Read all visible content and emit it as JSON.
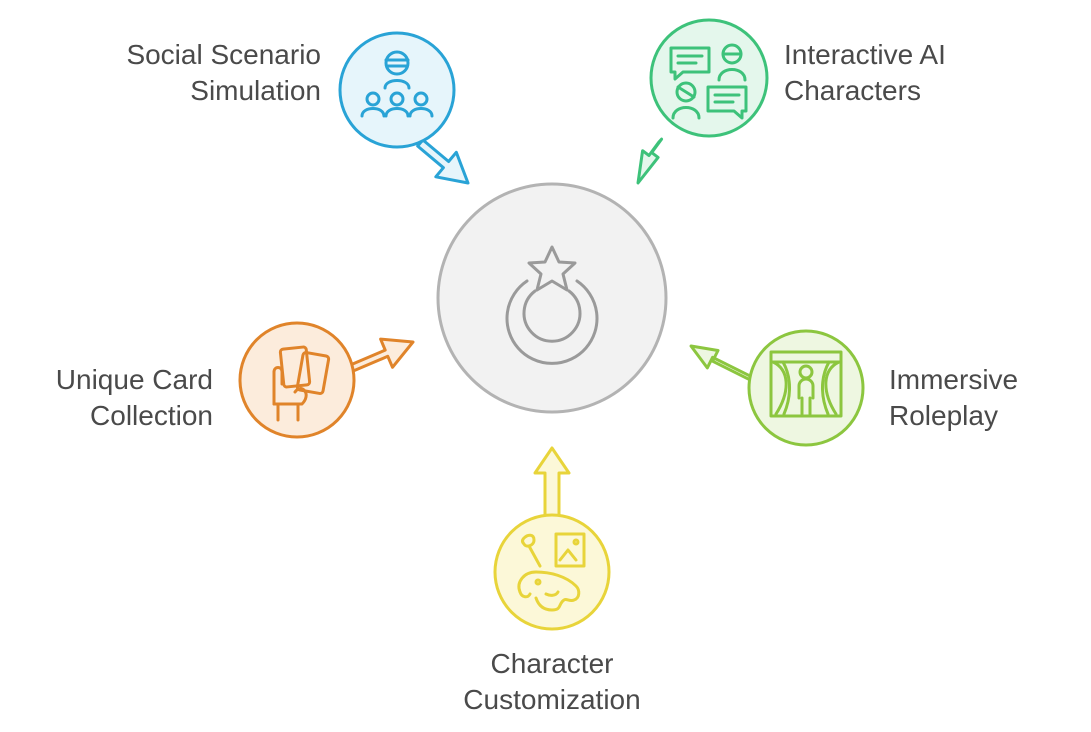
{
  "center": {
    "icon": "star-crescent-icon",
    "fill": "#f2f2f2",
    "stroke": "#b3b3b3"
  },
  "nodes": [
    {
      "id": "social",
      "label_lines": [
        "Social Scenario",
        "Simulation"
      ],
      "icon": "group-leader-icon",
      "color": "#29a3d6",
      "fill": "#e6f5fb"
    },
    {
      "id": "interactive",
      "label_lines": [
        "Interactive AI",
        "Characters"
      ],
      "icon": "chat-people-icon",
      "color": "#3dc27a",
      "fill": "#e4f7ec"
    },
    {
      "id": "roleplay",
      "label_lines": [
        "Immersive",
        "Roleplay"
      ],
      "icon": "theater-stage-icon",
      "color": "#8cc63f",
      "fill": "#eef7e1"
    },
    {
      "id": "customization",
      "label_lines": [
        "Character",
        "Customization"
      ],
      "icon": "paint-elephant-icon",
      "color": "#e8d43a",
      "fill": "#fcf8d8"
    },
    {
      "id": "cards",
      "label_lines": [
        "Unique Card",
        "Collection"
      ],
      "icon": "hand-cards-icon",
      "color": "#e0842a",
      "fill": "#fcecdc"
    }
  ]
}
